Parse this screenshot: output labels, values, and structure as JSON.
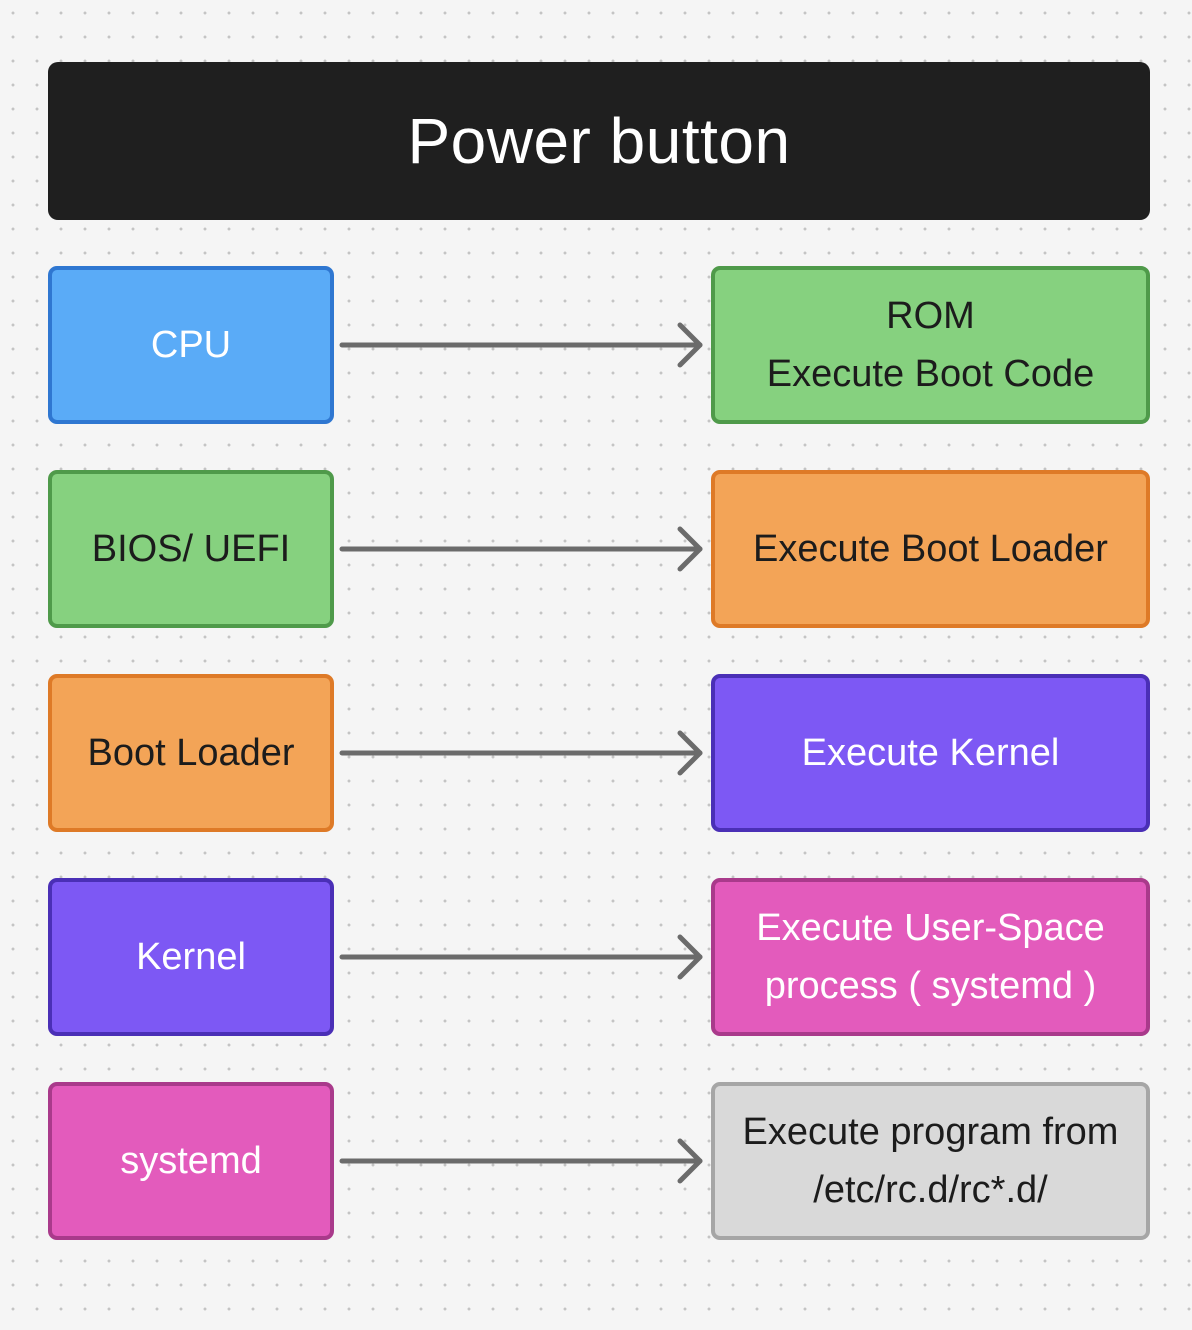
{
  "title": "Power button",
  "rows": [
    {
      "left": {
        "text": "CPU",
        "fill": "#5aabf7",
        "border": "#2f77d1",
        "color": "#ffffff"
      },
      "right": {
        "lines": [
          "ROM",
          "Execute Boot Code"
        ],
        "fill": "#86d17f",
        "border": "#4f9a4a",
        "color": "#1c1c1c"
      }
    },
    {
      "left": {
        "text": "BIOS/ UEFI",
        "fill": "#86d17f",
        "border": "#4f9a4a",
        "color": "#1c1c1c"
      },
      "right": {
        "lines": [
          "Execute Boot Loader"
        ],
        "fill": "#f3a457",
        "border": "#de7a27",
        "color": "#1c1c1c"
      }
    },
    {
      "left": {
        "text": "Boot Loader",
        "fill": "#f3a457",
        "border": "#de7a27",
        "color": "#1c1c1c"
      },
      "right": {
        "lines": [
          "Execute Kernel"
        ],
        "fill": "#7d58f4",
        "border": "#4a2fb6",
        "color": "#ffffff"
      }
    },
    {
      "left": {
        "text": "Kernel",
        "fill": "#7d58f4",
        "border": "#4a2fb6",
        "color": "#ffffff"
      },
      "right": {
        "lines": [
          "Execute User-Space",
          "process ( systemd )"
        ],
        "fill": "#e35bbc",
        "border": "#a93a8b",
        "color": "#ffffff"
      }
    },
    {
      "left": {
        "text": "systemd",
        "fill": "#e35bbc",
        "border": "#a93a8b",
        "color": "#ffffff"
      },
      "right": {
        "lines": [
          "Execute program from",
          "/etc/rc.d/rc*.d/"
        ],
        "fill": "#d9d9d9",
        "border": "#a6a6a6",
        "color": "#1c1c1c"
      }
    }
  ],
  "arrow_color": "#6b6b6b"
}
